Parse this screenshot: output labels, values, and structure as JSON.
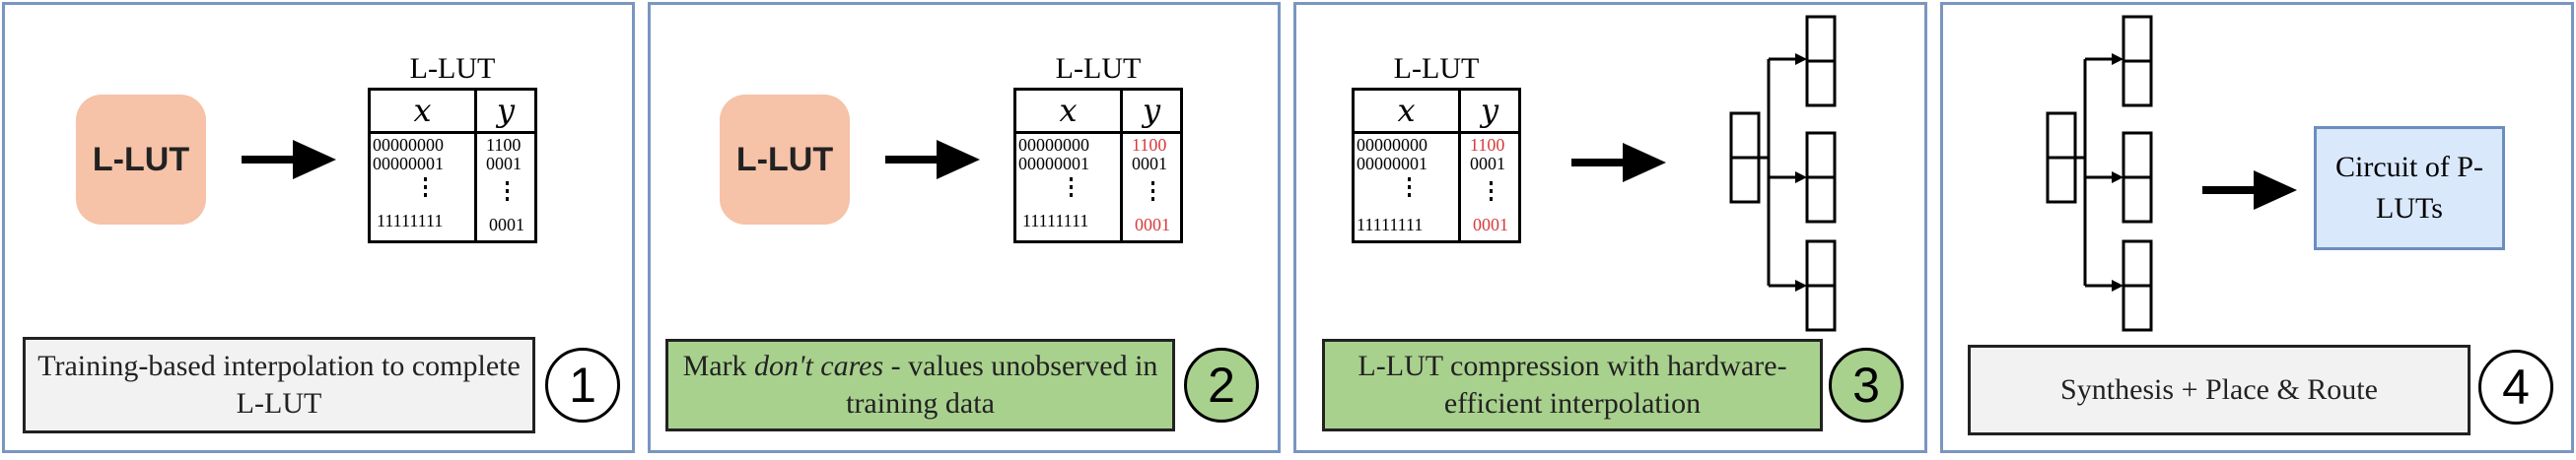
{
  "panel1": {
    "badge": "L-LUT",
    "table": {
      "title": "L-LUT",
      "col_x": "x",
      "col_y": "y",
      "x_first": "00000000",
      "x_second": "00000001",
      "x_last": "11111111",
      "y_first": "1100",
      "y_second": "0001",
      "y_last": "0001"
    },
    "caption": "Training-based interpolation to complete L-LUT",
    "step": "1"
  },
  "panel2": {
    "badge": "L-LUT",
    "table": {
      "title": "L-LUT",
      "col_x": "x",
      "col_y": "y",
      "x_first": "00000000",
      "x_second": "00000001",
      "x_last": "11111111",
      "y_first": "1100",
      "y_second": "0001",
      "y_last": "0001"
    },
    "caption_before": "Mark ",
    "caption_italic": "don't cares",
    "caption_after": " - values unobserved in training data",
    "step": "2"
  },
  "panel3": {
    "table": {
      "title": "L-LUT",
      "col_x": "x",
      "col_y": "y",
      "x_first": "00000000",
      "x_second": "00000001",
      "x_last": "11111111",
      "y_first": "1100",
      "y_second": "0001",
      "y_last": "0001"
    },
    "caption": "L-LUT compression with hardware-efficient interpolation",
    "step": "3"
  },
  "panel4": {
    "plut_box": "Circuit of P-LUTs",
    "caption": "Synthesis + Place & Route",
    "step": "4"
  },
  "colors": {
    "panel_border": "#7a96c0",
    "badge_fill": "#f6c2a8",
    "caption_gray": "#f2f2f2",
    "caption_green": "#a9d18e",
    "dont_care_red": "#d63b3b",
    "plut_fill": "#dae8fc",
    "plut_border": "#6c8ebf"
  }
}
